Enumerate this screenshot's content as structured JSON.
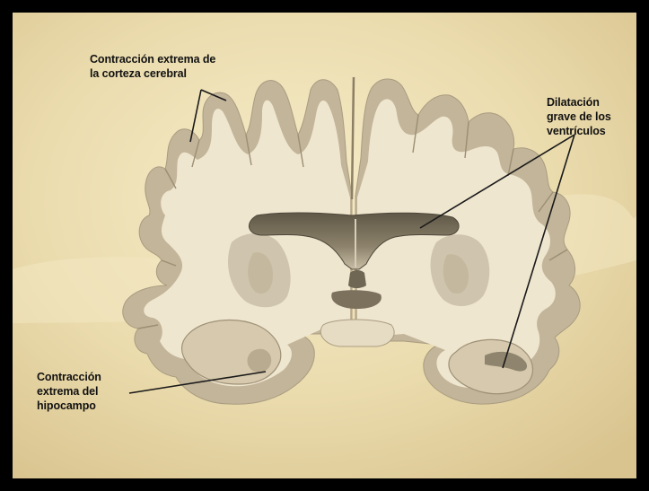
{
  "annotations": {
    "cortex": {
      "line1": "Contracción extrema de",
      "line2": "la corteza cerebral"
    },
    "ventricles": {
      "line1": "Dilatación",
      "line2": "grave de los",
      "line3": "ventrículos"
    },
    "hippocampus": {
      "line1": "Contracción",
      "line2": "extrema del",
      "line3": "hipocampo"
    }
  },
  "colors": {
    "frame": "#000000",
    "background": "#efe2b8",
    "gray_matter": "#c2b49a",
    "white_matter": "#efe6d0",
    "ventricle_cavity": "#7d745f",
    "basal_ganglia": "#cfc4ad",
    "label_text": "#111111",
    "leader_line": "#1a1a1a"
  }
}
